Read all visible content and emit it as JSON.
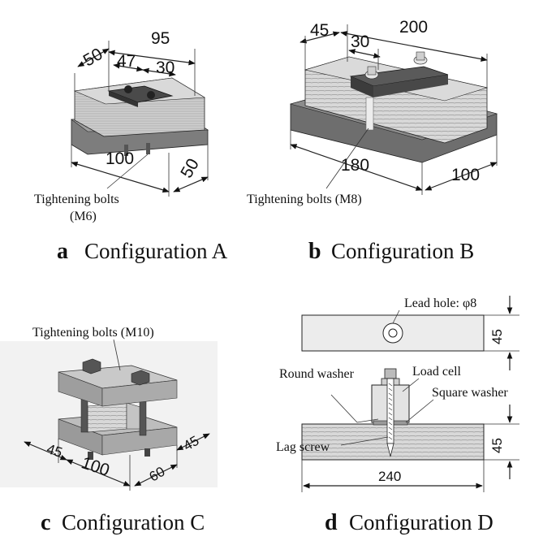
{
  "panel_a": {
    "dims": {
      "d95": "95",
      "d50_top": "50",
      "d47": "47",
      "d30": "30",
      "d100": "100",
      "d50_side": "50"
    },
    "callout_line1": "Tightening bolts",
    "callout_line2": "(M6)",
    "caption_letter": "a",
    "caption_text": "Configuration A"
  },
  "panel_b": {
    "dims": {
      "d45": "45",
      "d200": "200",
      "d30": "30",
      "d180": "180",
      "d100": "100"
    },
    "callout": "Tightening bolts (M8)",
    "caption_letter": "b",
    "caption_text": "Configuration B"
  },
  "panel_c": {
    "callout": "Tightening bolts (M10)",
    "dims": {
      "d45_left": "45",
      "d100": "100",
      "d60": "60",
      "d45_right": "45"
    },
    "caption_letter": "c",
    "caption_text": "Configuration C"
  },
  "panel_d": {
    "lead_hole": "Lead hole: φ8",
    "round_washer": "Round washer",
    "load_cell": "Load cell",
    "square_washer": "Square washer",
    "lag_screw": "Lag screw",
    "dims": {
      "d45_top": "45",
      "d45_bottom": "45",
      "d240": "240"
    },
    "caption_letter": "d",
    "caption_text": "Configuration D"
  }
}
